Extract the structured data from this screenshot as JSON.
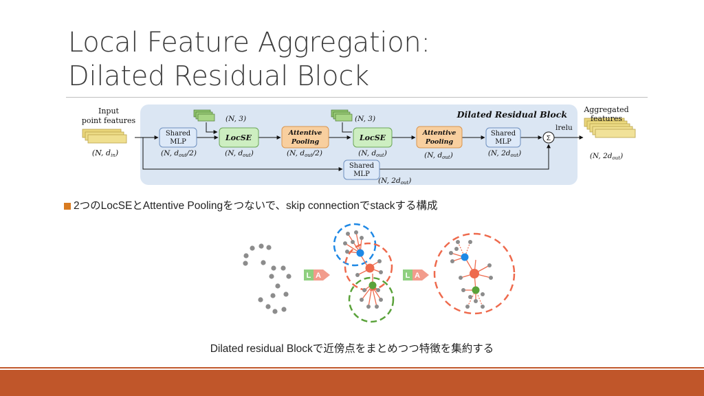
{
  "slide": {
    "title_line1": "Local Feature Aggregation:",
    "title_line2": "Dilated Residual Block",
    "bullet": "2つのLocSEとAttentive Poolingをつないで、skip connectionでstackする構成",
    "caption": "Dilated residual Blockで近傍点をまとめつつ特徴を集約する"
  },
  "diagram": {
    "input_label_line1": "Input",
    "input_label_line2": "point features",
    "input_dim": "(N, d_in)",
    "block_title": "Dilated Residual Block",
    "shared_mlp_1": [
      "Shared",
      "MLP"
    ],
    "shared_mlp_1_dim": "(N, d_out/2)",
    "xyz_dim_1": "(N, 3)",
    "locse_1": "LocSE",
    "locse_1_dim": "(N, d_out)",
    "att_pool_1": [
      "Attentive",
      "Pooling"
    ],
    "att_pool_1_dim": "(N, d_out/2)",
    "xyz_dim_2": "(N, 3)",
    "locse_2": "LocSE",
    "locse_2_dim": "(N, d_out)",
    "att_pool_2": [
      "Attentive",
      "Pooling"
    ],
    "att_pool_2_dim": "(N, d_out)",
    "shared_mlp_2": [
      "Shared",
      "MLP"
    ],
    "shared_mlp_2_dim": "(N, 2d_out)",
    "sum_symbol": "Σ",
    "lrelu": "lrelu",
    "skip_mlp": [
      "Shared",
      "MLP"
    ],
    "skip_mlp_dim": "(N, 2d_out)",
    "output_label_line1": "Aggregated",
    "output_label_line2": "features",
    "output_dim": "(N, 2d_out)"
  },
  "illustration": {
    "lfa_badge": [
      "L",
      "A"
    ],
    "colors": {
      "blue": "#1e88e5",
      "red": "#ee6a4d",
      "green": "#5aa23a",
      "gray": "#8c8c8c",
      "badge_green": "#8fcf7f",
      "badge_red": "#f29c8c"
    }
  },
  "theme": {
    "accent": "#c0562a",
    "bullet_color": "#d97b21",
    "panel_bg": "#dbe6f3",
    "mlp_fill": "#dde9f8",
    "locse_fill": "#cdeec1",
    "pool_fill": "#f8cf9f"
  }
}
